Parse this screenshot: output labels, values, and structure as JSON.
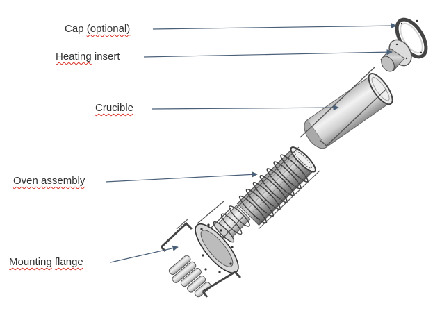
{
  "diagram": {
    "labels": {
      "cap": "Cap (optional)",
      "cap_word": "Cap",
      "cap_rest": "(optional)",
      "heating_insert": "Heating insert",
      "heating_insert_word": "Heating",
      "heating_insert_rest": "insert",
      "crucible": "Crucible",
      "oven_assembly": "Oven assembly",
      "mounting_flange": "Mounting flange",
      "mounting_flange_word": "Mounting",
      "mounting_flange_rest": "flange"
    },
    "colors": {
      "text": "#333333",
      "leader_line": "#4a5f78",
      "spellcheck_underline": "#d93025",
      "metal_light": "#e6e6e6",
      "metal_mid": "#a8a8a8",
      "metal_dark": "#4a4a4a"
    }
  }
}
